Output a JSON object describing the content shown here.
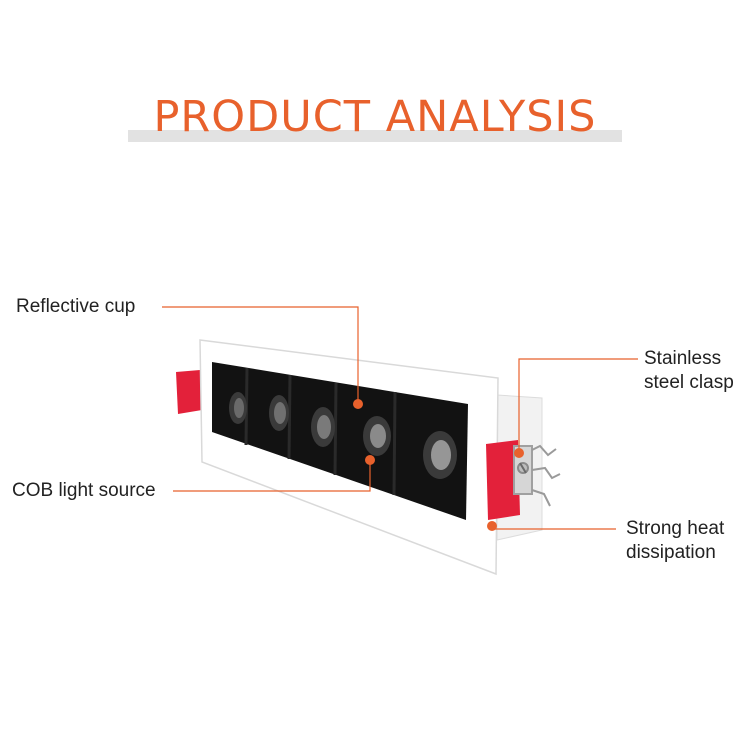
{
  "page": {
    "title": "PRODUCT ANALYSIS",
    "title_color": "#e8612c",
    "accent_color": "#e8612c"
  },
  "product": {
    "lens_count": 5,
    "labels": {
      "reflective_cup": "Reflective cup",
      "cob_light_source": "COB light source",
      "stainless_clasp_line1": "Stainless",
      "stainless_clasp_line2": "steel clasp",
      "heat_line1": "Strong heat",
      "heat_line2": "dissipation"
    }
  }
}
